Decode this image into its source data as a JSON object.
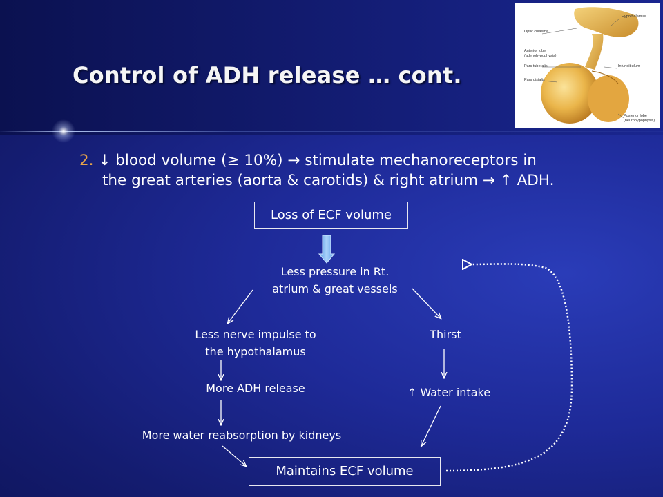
{
  "slide": {
    "title": "Control of ADH release … cont.",
    "bullet": {
      "number": "2.",
      "line1": "↓ blood volume (≥ 10%) → stimulate  mechanoreceptors in",
      "line2": "the great arteries (aorta & carotids) & right atrium → ↑ ADH."
    }
  },
  "figure": {
    "labels": {
      "optic_chiasma": "Optic chiasma",
      "hypothalamus": "Hypothalamus",
      "anterior_lobe": "Anterior lobe",
      "adenohypophysis": "(adenohypophysis):",
      "pars_tuberalis": "Pars tuberalis",
      "pars_distalis": "Pars distalis",
      "infundibulum": "Infundibulum",
      "posterior_lobe": "Posterior lobe",
      "neurohypophysis": "(neurohypophysis)"
    }
  },
  "flow": {
    "start": "Loss of ECF volume",
    "pressure_l1": "Less pressure in Rt.",
    "pressure_l2": "atrium & great vessels",
    "nerve_l1": "Less nerve impulse to",
    "nerve_l2": "the hypothalamus",
    "thirst": "Thirst",
    "adh": "More ADH release",
    "water_intake": "↑ Water intake",
    "reabsorption": "More water reabsorption by kidneys",
    "end": "Maintains ECF volume"
  },
  "colors": {
    "number": "#e8a54a",
    "arrow_fill": "#8fc0f0",
    "line": "#ffffff"
  }
}
